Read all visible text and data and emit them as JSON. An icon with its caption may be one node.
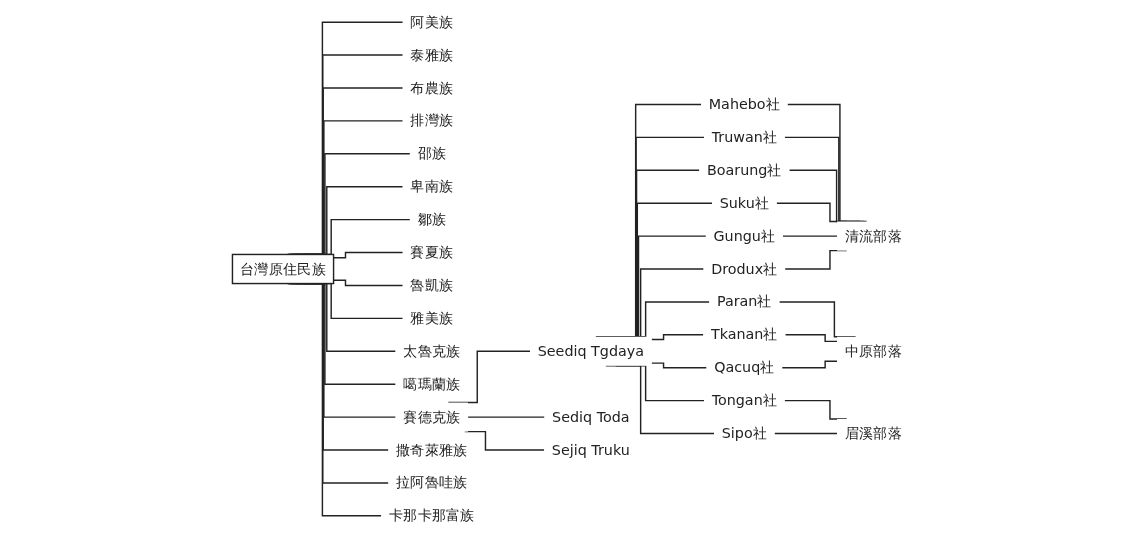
{
  "diagram": {
    "nodes": [
      {
        "text": [
          "台灣原住民族"
        ]
      },
      {
        "text": [
          "阿美族"
        ]
      },
      {
        "text": [
          "泰雅族"
        ]
      },
      {
        "text": [
          "布農族"
        ]
      },
      {
        "text": [
          "排灣族"
        ]
      },
      {
        "text": [
          "邵族"
        ]
      },
      {
        "text": [
          "卑南族"
        ]
      },
      {
        "text": [
          "鄒族"
        ]
      },
      {
        "text": [
          "賽夏族"
        ]
      },
      {
        "text": [
          "魯凱族"
        ]
      },
      {
        "text": [
          "雅美族"
        ]
      },
      {
        "text": [
          "太魯克族"
        ]
      },
      {
        "text": [
          "噶瑪蘭族"
        ]
      },
      {
        "text": [
          "賽德克族"
        ]
      },
      {
        "text": [
          "撒奇萊雅族"
        ]
      },
      {
        "text": [
          "拉阿魯哇族"
        ]
      },
      {
        "text": [
          "卡那卡那富族"
        ]
      },
      {
        "text": [
          "Seediq Tgdaya"
        ]
      },
      {
        "text": [
          "Sediq Toda"
        ]
      },
      {
        "text": [
          "Sejiq Truku"
        ]
      },
      {
        "text": [
          "Mahebo社"
        ]
      },
      {
        "text": [
          "Truwan社"
        ]
      },
      {
        "text": [
          "Boarung社"
        ]
      },
      {
        "text": [
          "Suku社"
        ]
      },
      {
        "text": [
          "Gungu社"
        ]
      },
      {
        "text": [
          "Drodux社"
        ]
      },
      {
        "text": [
          "Paran社"
        ]
      },
      {
        "text": [
          "Tkanan社"
        ]
      },
      {
        "text": [
          "Qacuq社"
        ]
      },
      {
        "text": [
          "Tongan社"
        ]
      },
      {
        "text": [
          "Sipo社"
        ]
      },
      {
        "text": [
          "清流部落"
        ]
      },
      {
        "text": [
          "中原部落"
        ]
      },
      {
        "text": [
          "眉溪部落"
        ]
      }
    ],
    "edges": [
      {
        "from": 0,
        "to": 1,
        "arrow": "none"
      },
      {
        "from": 0,
        "to": 2,
        "arrow": "none"
      },
      {
        "from": 0,
        "to": 3,
        "arrow": "none"
      },
      {
        "from": 0,
        "to": 4,
        "arrow": "none"
      },
      {
        "from": 0,
        "to": 5,
        "arrow": "none"
      },
      {
        "from": 0,
        "to": 6,
        "arrow": "none"
      },
      {
        "from": 0,
        "to": 7,
        "arrow": "none"
      },
      {
        "from": 0,
        "to": 8,
        "arrow": "none"
      },
      {
        "from": 0,
        "to": 9,
        "arrow": "none"
      },
      {
        "from": 0,
        "to": 10,
        "arrow": "none"
      },
      {
        "from": 0,
        "to": 11,
        "arrow": "none"
      },
      {
        "from": 0,
        "to": 12,
        "arrow": "none"
      },
      {
        "from": 0,
        "to": 13,
        "arrow": "none"
      },
      {
        "from": 0,
        "to": 14,
        "arrow": "none"
      },
      {
        "from": 0,
        "to": 15,
        "arrow": "none"
      },
      {
        "from": 0,
        "to": 16,
        "arrow": "none"
      },
      {
        "from": 13,
        "to": 17,
        "arrow": "none"
      },
      {
        "from": 13,
        "to": 18,
        "arrow": "none"
      },
      {
        "from": 13,
        "to": 19,
        "arrow": "none"
      },
      {
        "from": 17,
        "to": 20,
        "arrow": "none"
      },
      {
        "from": 17,
        "to": 21,
        "arrow": "none"
      },
      {
        "from": 17,
        "to": 22,
        "arrow": "none"
      },
      {
        "from": 17,
        "to": 23,
        "arrow": "none"
      },
      {
        "from": 17,
        "to": 24,
        "arrow": "none"
      },
      {
        "from": 17,
        "to": 25,
        "arrow": "none"
      },
      {
        "from": 17,
        "to": 26,
        "arrow": "none"
      },
      {
        "from": 17,
        "to": 27,
        "arrow": "none"
      },
      {
        "from": 17,
        "to": 28,
        "arrow": "none"
      },
      {
        "from": 17,
        "to": 29,
        "arrow": "none"
      },
      {
        "from": 17,
        "to": 30,
        "arrow": "none"
      },
      {
        "from": 20,
        "to": 31,
        "arrow": "none"
      },
      {
        "from": 21,
        "to": 31,
        "arrow": "none"
      },
      {
        "from": 22,
        "to": 31,
        "arrow": "none"
      },
      {
        "from": 23,
        "to": 31,
        "arrow": "none"
      },
      {
        "from": 24,
        "to": 31,
        "arrow": "none"
      },
      {
        "from": 25,
        "to": 31,
        "arrow": "none"
      },
      {
        "from": 26,
        "to": 32,
        "arrow": "none"
      },
      {
        "from": 27,
        "to": 32,
        "arrow": "none"
      },
      {
        "from": 28,
        "to": 32,
        "arrow": "none"
      },
      {
        "from": 29,
        "to": 33,
        "arrow": "none"
      },
      {
        "from": 30,
        "to": 33,
        "arrow": "none"
      }
    ]
  }
}
